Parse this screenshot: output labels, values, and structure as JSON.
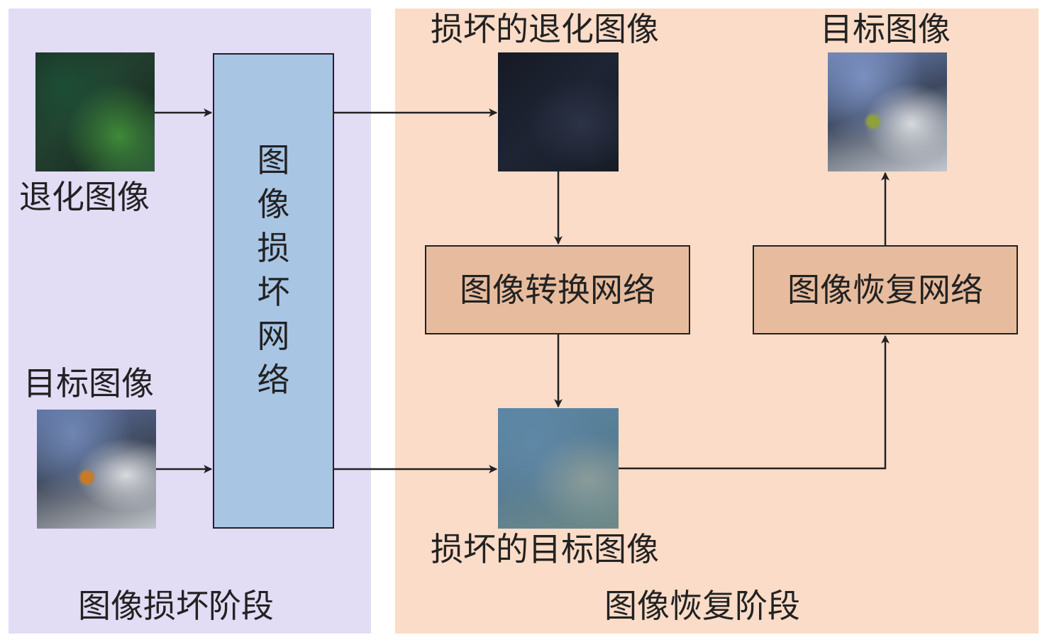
{
  "panels": {
    "damage_stage_label": "图像损坏阶段",
    "restore_stage_label": "图像恢复阶段"
  },
  "images": {
    "degraded_input_label": "退化图像",
    "target_input_label": "目标图像",
    "degraded_damaged_label": "损坏的退化图像",
    "target_damaged_label": "损坏的目标图像",
    "target_output_label": "目标图像"
  },
  "boxes": {
    "damage_network": "图像损坏网络",
    "transform_network": "图像转换网络",
    "restore_network": "图像恢复网络"
  },
  "colors": {
    "damage_panel": "#e3dcf5",
    "restore_panel": "#fbdcc8",
    "damage_network_fill": "#a9c5e4",
    "network_fill": "#e7bc9e",
    "arrow": "#222222"
  }
}
